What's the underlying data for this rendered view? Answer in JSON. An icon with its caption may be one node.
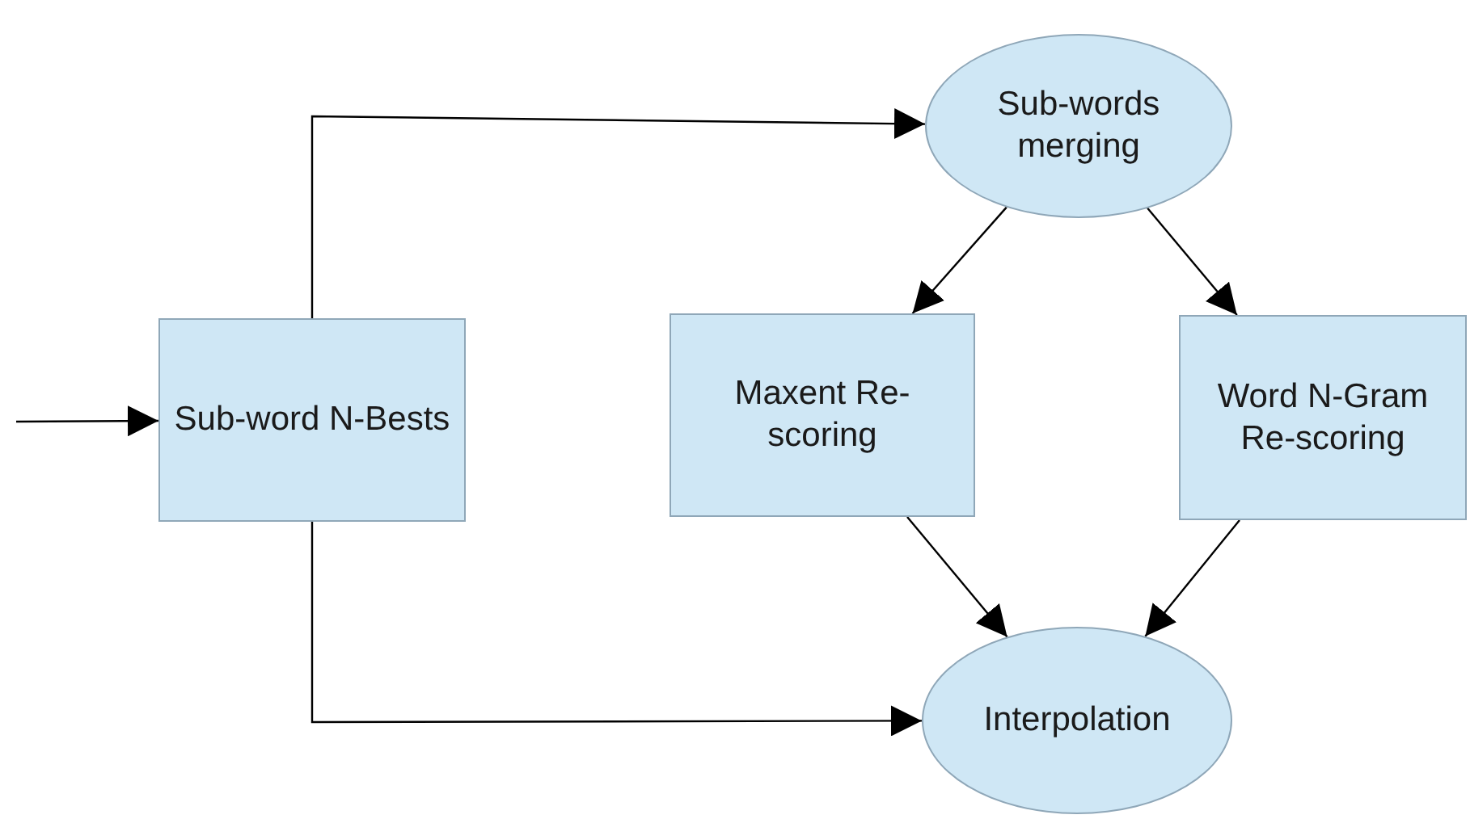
{
  "diagram": {
    "nodes": [
      {
        "text": [
          "Sub-word N-Bests"
        ]
      },
      {
        "text": [
          "Sub-words merging"
        ]
      },
      {
        "text": [
          "Maxent Re-scoring"
        ]
      },
      {
        "text": [
          "Word N-Gram Re-scoring"
        ]
      },
      {
        "text": [
          "Interpolation"
        ]
      }
    ],
    "edges": [
      {
        "from": null,
        "to": 0,
        "arrow": "to"
      },
      {
        "from": 0,
        "to": 1,
        "arrow": "to"
      },
      {
        "from": 1,
        "to": 2,
        "arrow": "to"
      },
      {
        "from": 1,
        "to": 3,
        "arrow": "to"
      },
      {
        "from": 2,
        "to": 4,
        "arrow": "to"
      },
      {
        "from": 3,
        "to": 4,
        "arrow": "to"
      },
      {
        "from": 0,
        "to": 4,
        "arrow": "to"
      }
    ]
  }
}
